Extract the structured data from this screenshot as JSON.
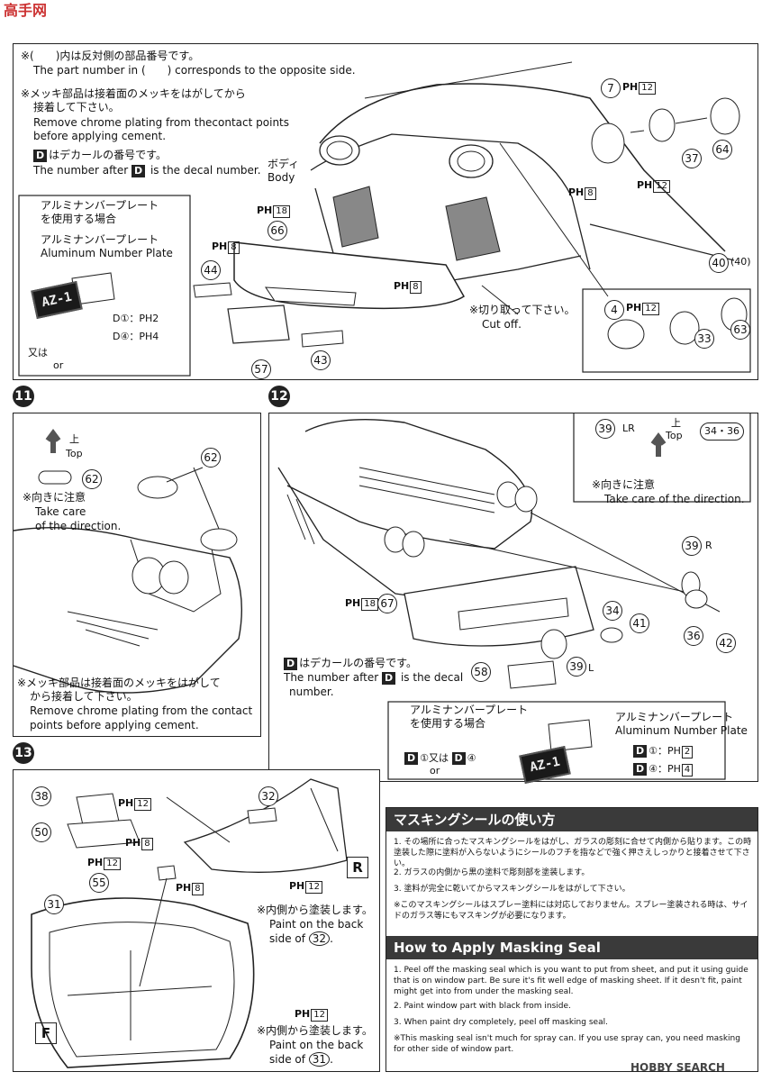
{
  "logo_text": "高手网",
  "watermark": "HOBBY SEARCH",
  "top": {
    "note1_ja": "※(　　)内は反対側の部品番号です。",
    "note1_en": "The part number in (　　) corresponds to the opposite side.",
    "note2_ja1": "※メッキ部品は接着面のメッキをはがしてから",
    "note2_ja2": "接着して下さい。",
    "note2_en1": "Remove chrome plating from thecontact points",
    "note2_en2": "before applying cement.",
    "note3_ja": "はデカールの番号です。",
    "note3_en_a": "The number after",
    "note3_en_b": "is the decal number.",
    "body_ja": "ボディ",
    "body_en": "Body",
    "cutoff_ja": "※切り取って下さい。",
    "cutoff_en": "Cut off.",
    "plate_box_ja1": "アルミナンバープレート",
    "plate_box_ja2": "を使用する場合",
    "plate_ja": "アルミナンバープレート",
    "plate_en": "Aluminum Number Plate",
    "plate_text": "AZ-1",
    "d1": "D①：PH2",
    "d4": "D④：PH4",
    "or_ja": "又は",
    "or_en": "or",
    "parts": [
      "7",
      "37",
      "64",
      "40",
      "(40)",
      "66",
      "44",
      "57",
      "43",
      "4",
      "33",
      "63"
    ],
    "ph": [
      "12",
      "8",
      "12",
      "18",
      "8",
      "8",
      "12"
    ]
  },
  "step11": {
    "num": "11",
    "top_ja": "上",
    "top_en": "Top",
    "part": "62",
    "care_ja": "※向きに注意",
    "care_en1": "Take care",
    "care_en2": "of the direction.",
    "chrome_ja1": "※メッキ部品は接着面のメッキをはがして",
    "chrome_ja2": "から接着して下さい。",
    "chrome_en1": "Remove chrome plating from the contact",
    "chrome_en2": "points before applying cement."
  },
  "step12": {
    "num": "12",
    "lr": "LR",
    "top_ja": "上",
    "top_en": "Top",
    "p39": "39",
    "p3436": "34・36",
    "care_ja": "※向きに注意",
    "care_en": "Take care of the direction.",
    "decal_ja": "はデカールの番号です。",
    "decal_en_a": "The number after",
    "decal_en_b": "is the decal",
    "decal_en_c": "number.",
    "parts": [
      "67",
      "39",
      "R",
      "34",
      "41",
      "36",
      "42",
      "58",
      "39",
      "L"
    ],
    "ph18": "18",
    "plate_box_ja1": "アルミナンバープレート",
    "plate_box_ja2": "を使用する場合",
    "plate_ja": "アルミナンバープレート",
    "plate_en": "Aluminum Number Plate",
    "or_ja": "又は",
    "or_en": "or",
    "plate_text": "AZ-1"
  },
  "step13": {
    "num": "13",
    "parts": [
      "38",
      "50",
      "32",
      "55",
      "31"
    ],
    "ph": [
      "12",
      "8",
      "12",
      "8",
      "12",
      "12"
    ],
    "R": "R",
    "F": "F",
    "paint_ja": "※内側から塗装します。",
    "paint_en1": "Paint on the back",
    "paint_en2a": "side of",
    "paint_en2b": "32",
    "paint2_ja": "※内側から塗装します。",
    "paint2_en1": "Paint on the back",
    "paint2_en2a": "side of",
    "paint2_en2b": "31"
  },
  "masking": {
    "title_ja": "マスキングシールの使い方",
    "ja1": "1. その場所に合ったマスキングシールをはがし、ガラスの彫刻に合せて内側から貼ります。この時塗装した際に塗料が入らないようにシールのフチを指などで強く押さえしっかりと接着させて下さい。",
    "ja2": "2. ガラスの内側から黒の塗料で彫刻部を塗装します。",
    "ja3": "3. 塗料が完全に乾いてからマスキングシールをはがして下さい。",
    "ja4": "※このマスキングシールはスプレー塗料には対応しておりません。スプレー塗装される時は、サイドのガラス等にもマスキングが必要になります。",
    "title_en": "How to Apply Masking Seal",
    "en1": "1. Peel off the masking seal which is you want to put from sheet, and put it using guide that is on window part. Be sure it's fit well edge of masking sheet. If it desn't fit, paint might get into from under the masking seal.",
    "en2": "2. Paint window part with black from inside.",
    "en3": "3. When paint dry completely, peel off masking seal.",
    "en4": "※This masking seal isn't much for spray can. If you use spray can, you need masking for other side of window part."
  }
}
